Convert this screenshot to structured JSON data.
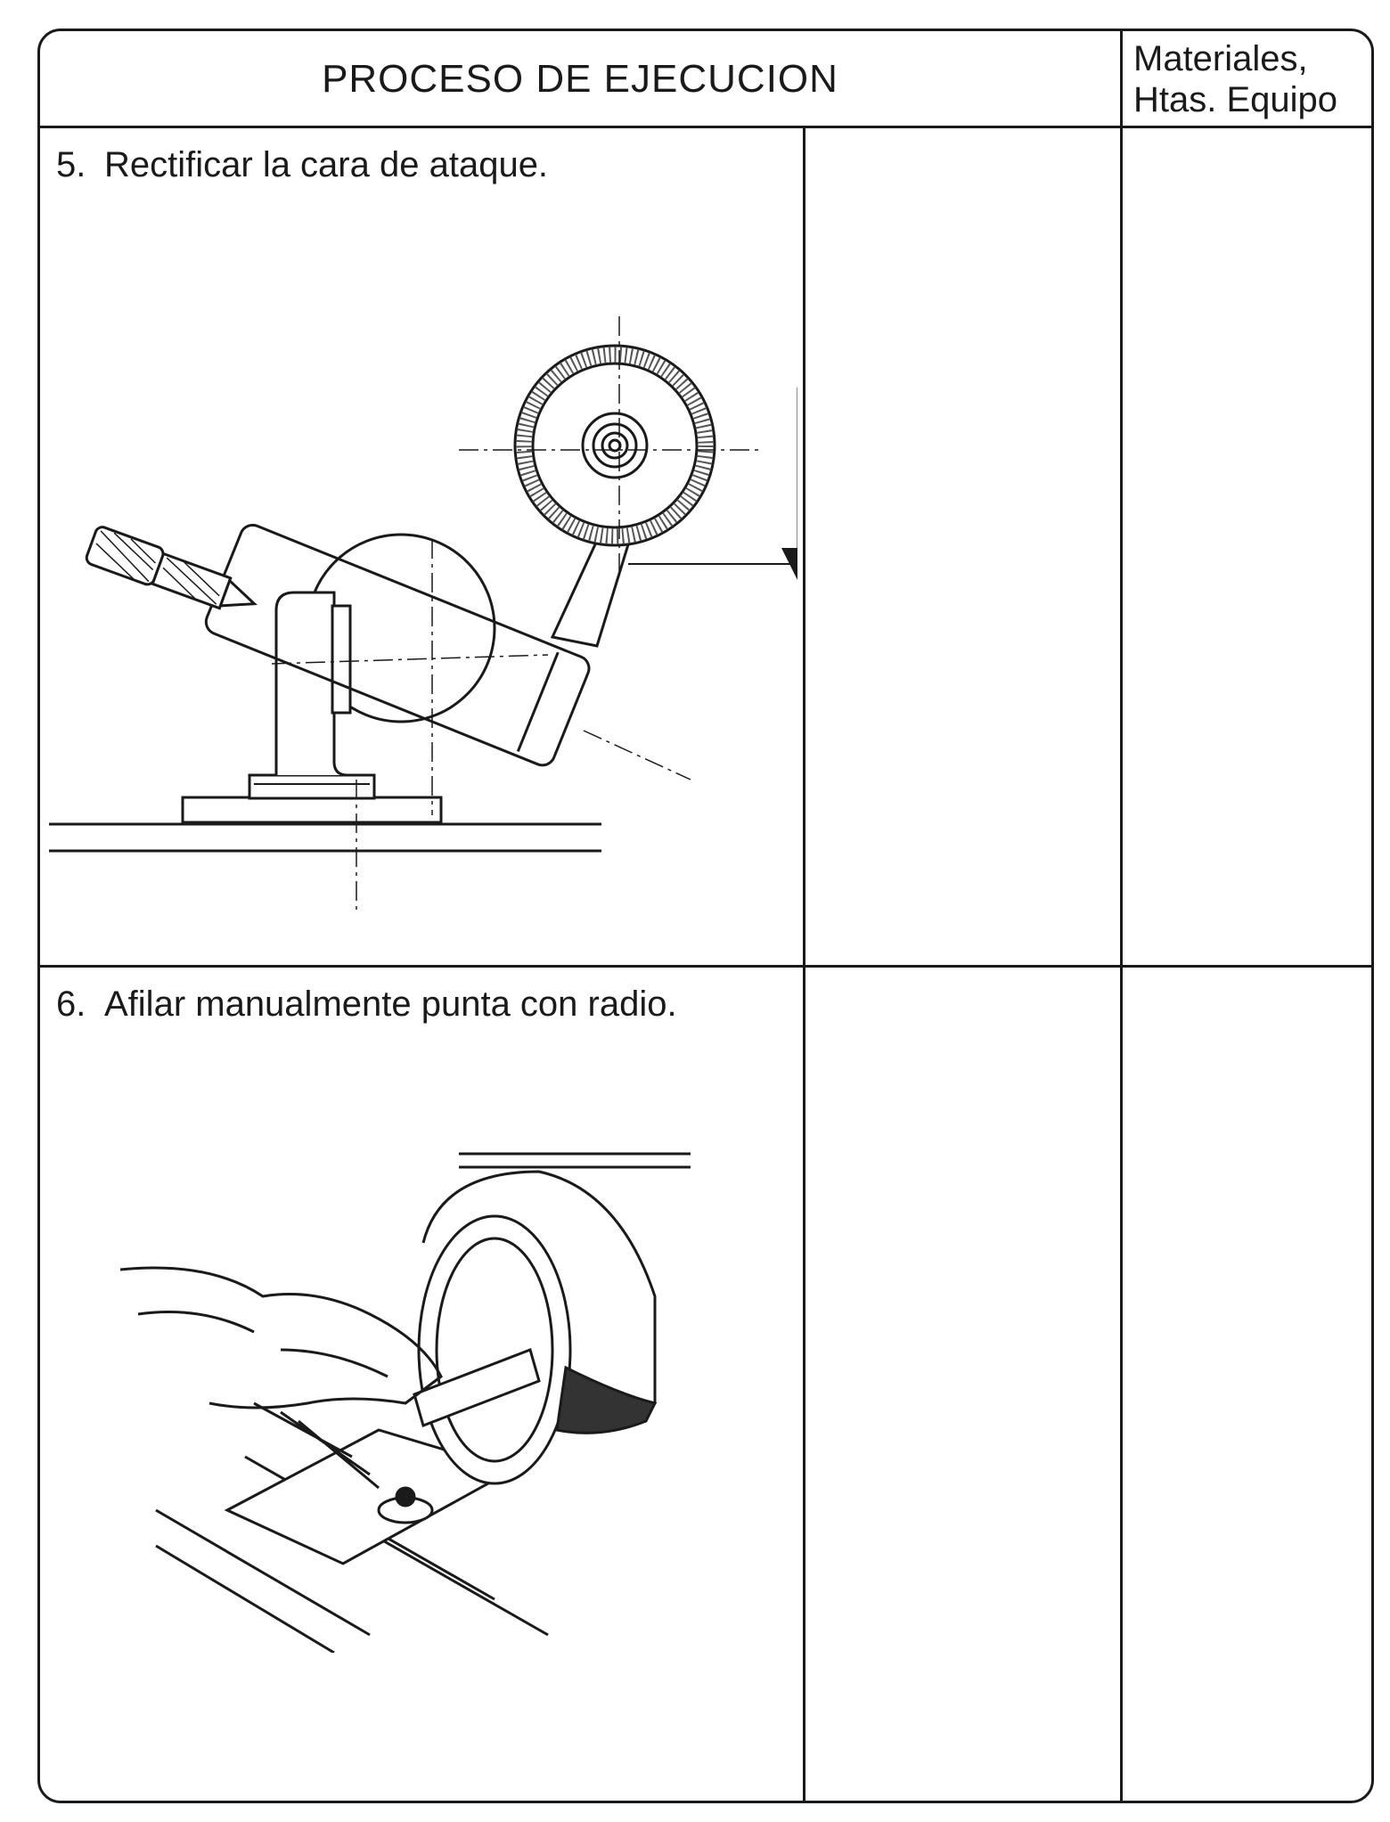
{
  "header": {
    "title": "PROCESO DE EJECUCION",
    "materials_line1": "Materiales,",
    "materials_line2": "Htas. Equipo"
  },
  "steps": [
    {
      "number": "5.",
      "text": "Rectificar la cara de ataque."
    },
    {
      "number": "6.",
      "text": "Afilar manualmente punta con radio."
    }
  ]
}
